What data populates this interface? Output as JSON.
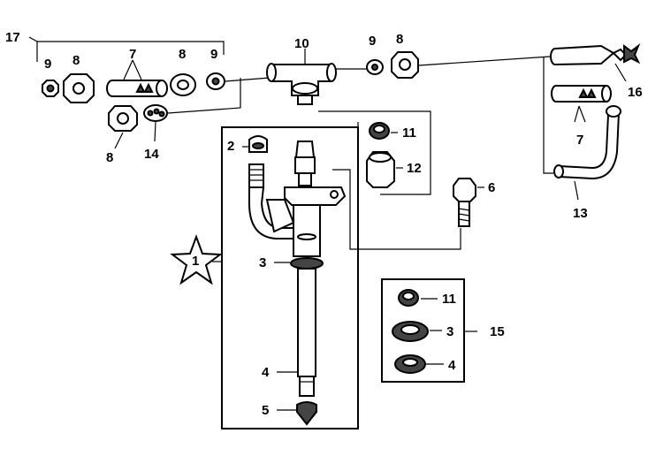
{
  "callouts": {
    "c1": "1",
    "c2": "2",
    "c3a": "3",
    "c3b": "3",
    "c4a": "4",
    "c4b": "4",
    "c5": "5",
    "c6": "6",
    "c7a": "7",
    "c7b": "7",
    "c8a": "8",
    "c8b": "8",
    "c8c": "8",
    "c8d": "8",
    "c9a": "9",
    "c9b": "9",
    "c9c": "9",
    "c10": "10",
    "c11a": "11",
    "c11b": "11",
    "c12": "12",
    "c13": "13",
    "c14": "14",
    "c15": "15",
    "c16": "16",
    "c17": "17"
  }
}
